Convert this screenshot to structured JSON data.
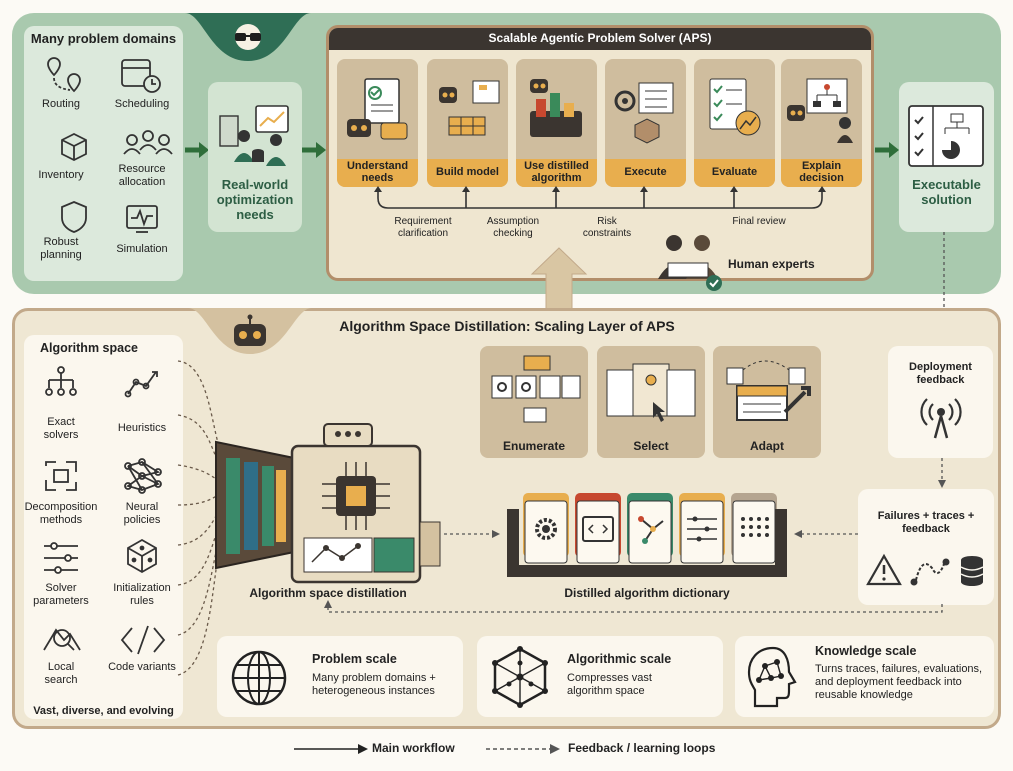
{
  "domains": {
    "title": "Many problem domains",
    "items": [
      "Routing",
      "Scheduling",
      "Inventory",
      "Resource allocation",
      "Robust planning",
      "Simulation"
    ]
  },
  "needs": {
    "label": "Real-world optimization needs"
  },
  "aps": {
    "title": "Scalable Agentic Problem Solver (APS)",
    "steps": [
      "Understand needs",
      "Build model",
      "Use distilled algorithm",
      "Execute",
      "Evaluate",
      "Explain decision"
    ],
    "loop_labels": [
      "Requirement clarification",
      "Assumption checking",
      "Risk constraints",
      "Final review"
    ],
    "human_experts": "Human experts"
  },
  "executable": {
    "label": "Executable solution"
  },
  "distillation": {
    "title": "Algorithm Space Distillation: Scaling Layer of APS",
    "algo_space_title": "Algorithm space",
    "algo_items": [
      "Exact solvers",
      "Heuristics",
      "Decomposition methods",
      "Neural policies",
      "Solver parameters",
      "Initialization rules",
      "Local search",
      "Code variants"
    ],
    "algo_footer": "Vast, diverse, and evolving",
    "distill_label": "Algorithm space distillation",
    "dictionary_label": "Distilled algorithm dictionary",
    "ops": [
      "Enumerate",
      "Select",
      "Adapt"
    ],
    "deployment_feedback": "Deployment feedback",
    "failures_traces": "Failures + traces + feedback"
  },
  "scales": [
    {
      "title": "Problem scale",
      "desc": "Many problem domains + heterogeneous instances"
    },
    {
      "title": "Algorithmic scale",
      "desc": "Compresses vast algorithm space"
    },
    {
      "title": "Knowledge scale",
      "desc": "Turns traces, failures, evaluations, and deployment feedback into reusable knowledge"
    }
  ],
  "legend": {
    "main": "Main workflow",
    "feedback": "Feedback / learning loops"
  },
  "colors": {
    "green_band": "#a9c9ae",
    "orange": "#e8ae4e",
    "tan": "#cfbd9e",
    "dark": "#3b3530"
  }
}
